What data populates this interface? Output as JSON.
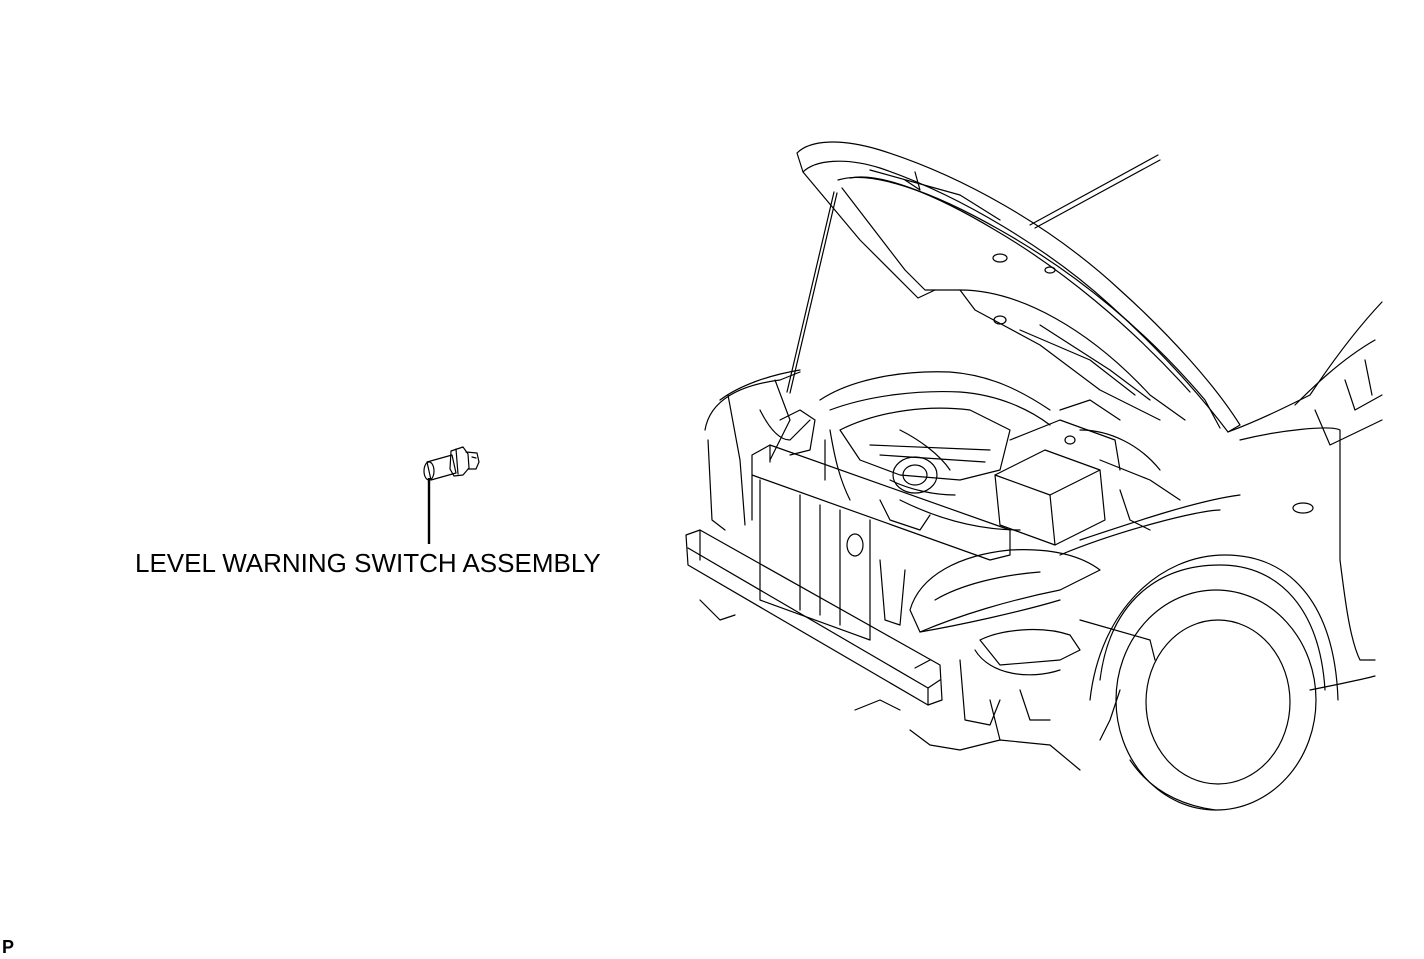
{
  "diagram": {
    "callout_label": "LEVEL WARNING SWITCH ASSEMBLY",
    "page_code": "P",
    "line_color": "#000000",
    "background_color": "#ffffff",
    "illustrations": [
      {
        "name": "level-warning-switch-assembly-part"
      },
      {
        "name": "vehicle-front-end-hood-open"
      }
    ]
  }
}
